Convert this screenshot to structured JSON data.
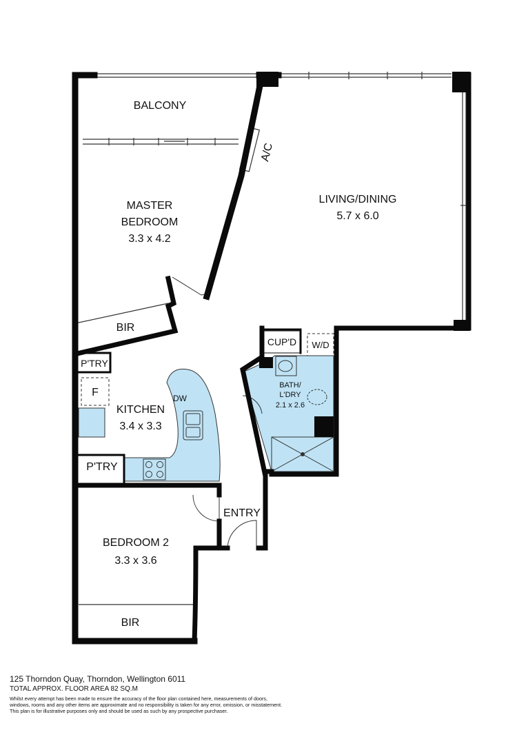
{
  "rooms": {
    "balcony": "BALCONY",
    "ac": "A/C",
    "master_name_1": "MASTER",
    "master_name_2": "BEDROOM",
    "master_dims": "3.3 x 4.2",
    "living_name": "LIVING/DINING",
    "living_dims": "5.7 x 6.0",
    "bir_master": "BIR",
    "cupd": "CUP'D",
    "wd": "W/D",
    "pantry_top": "P'TRY",
    "fridge": "F",
    "kitchen_name": "KITCHEN",
    "kitchen_dims": "3.4 x 3.3",
    "dw": "DW",
    "pantry_bottom": "P'TRY",
    "bath_name_1": "BATH/",
    "bath_name_2": "L'DRY",
    "bath_dims": "2.1 x 2.6",
    "entry": "ENTRY",
    "bed2_name": "BEDROOM 2",
    "bed2_dims": "3.3 x 3.6",
    "bir_bed2": "BIR"
  },
  "footer": {
    "address": "125 Thorndon Quay, Thorndon, Wellington 6011",
    "total_area": "TOTAL APPROX. FLOOR AREA 82 SQ.M",
    "disclaimer_1": "Whilst every attempt has been made to ensure the accuracy of the floor plan contained here, measurements of doors,",
    "disclaimer_2": "windows, rooms and any other items are approximate and no responsibility is taken for any error, omission, or misstatement.",
    "disclaimer_3": "This plan is for illustrative purposes only and should be used as such by any prospective purchaser."
  },
  "colors": {
    "wall": "#0a0a0a",
    "wet_area": "#bfe3f5",
    "fixture_outline": "#333333",
    "background": "#ffffff"
  }
}
